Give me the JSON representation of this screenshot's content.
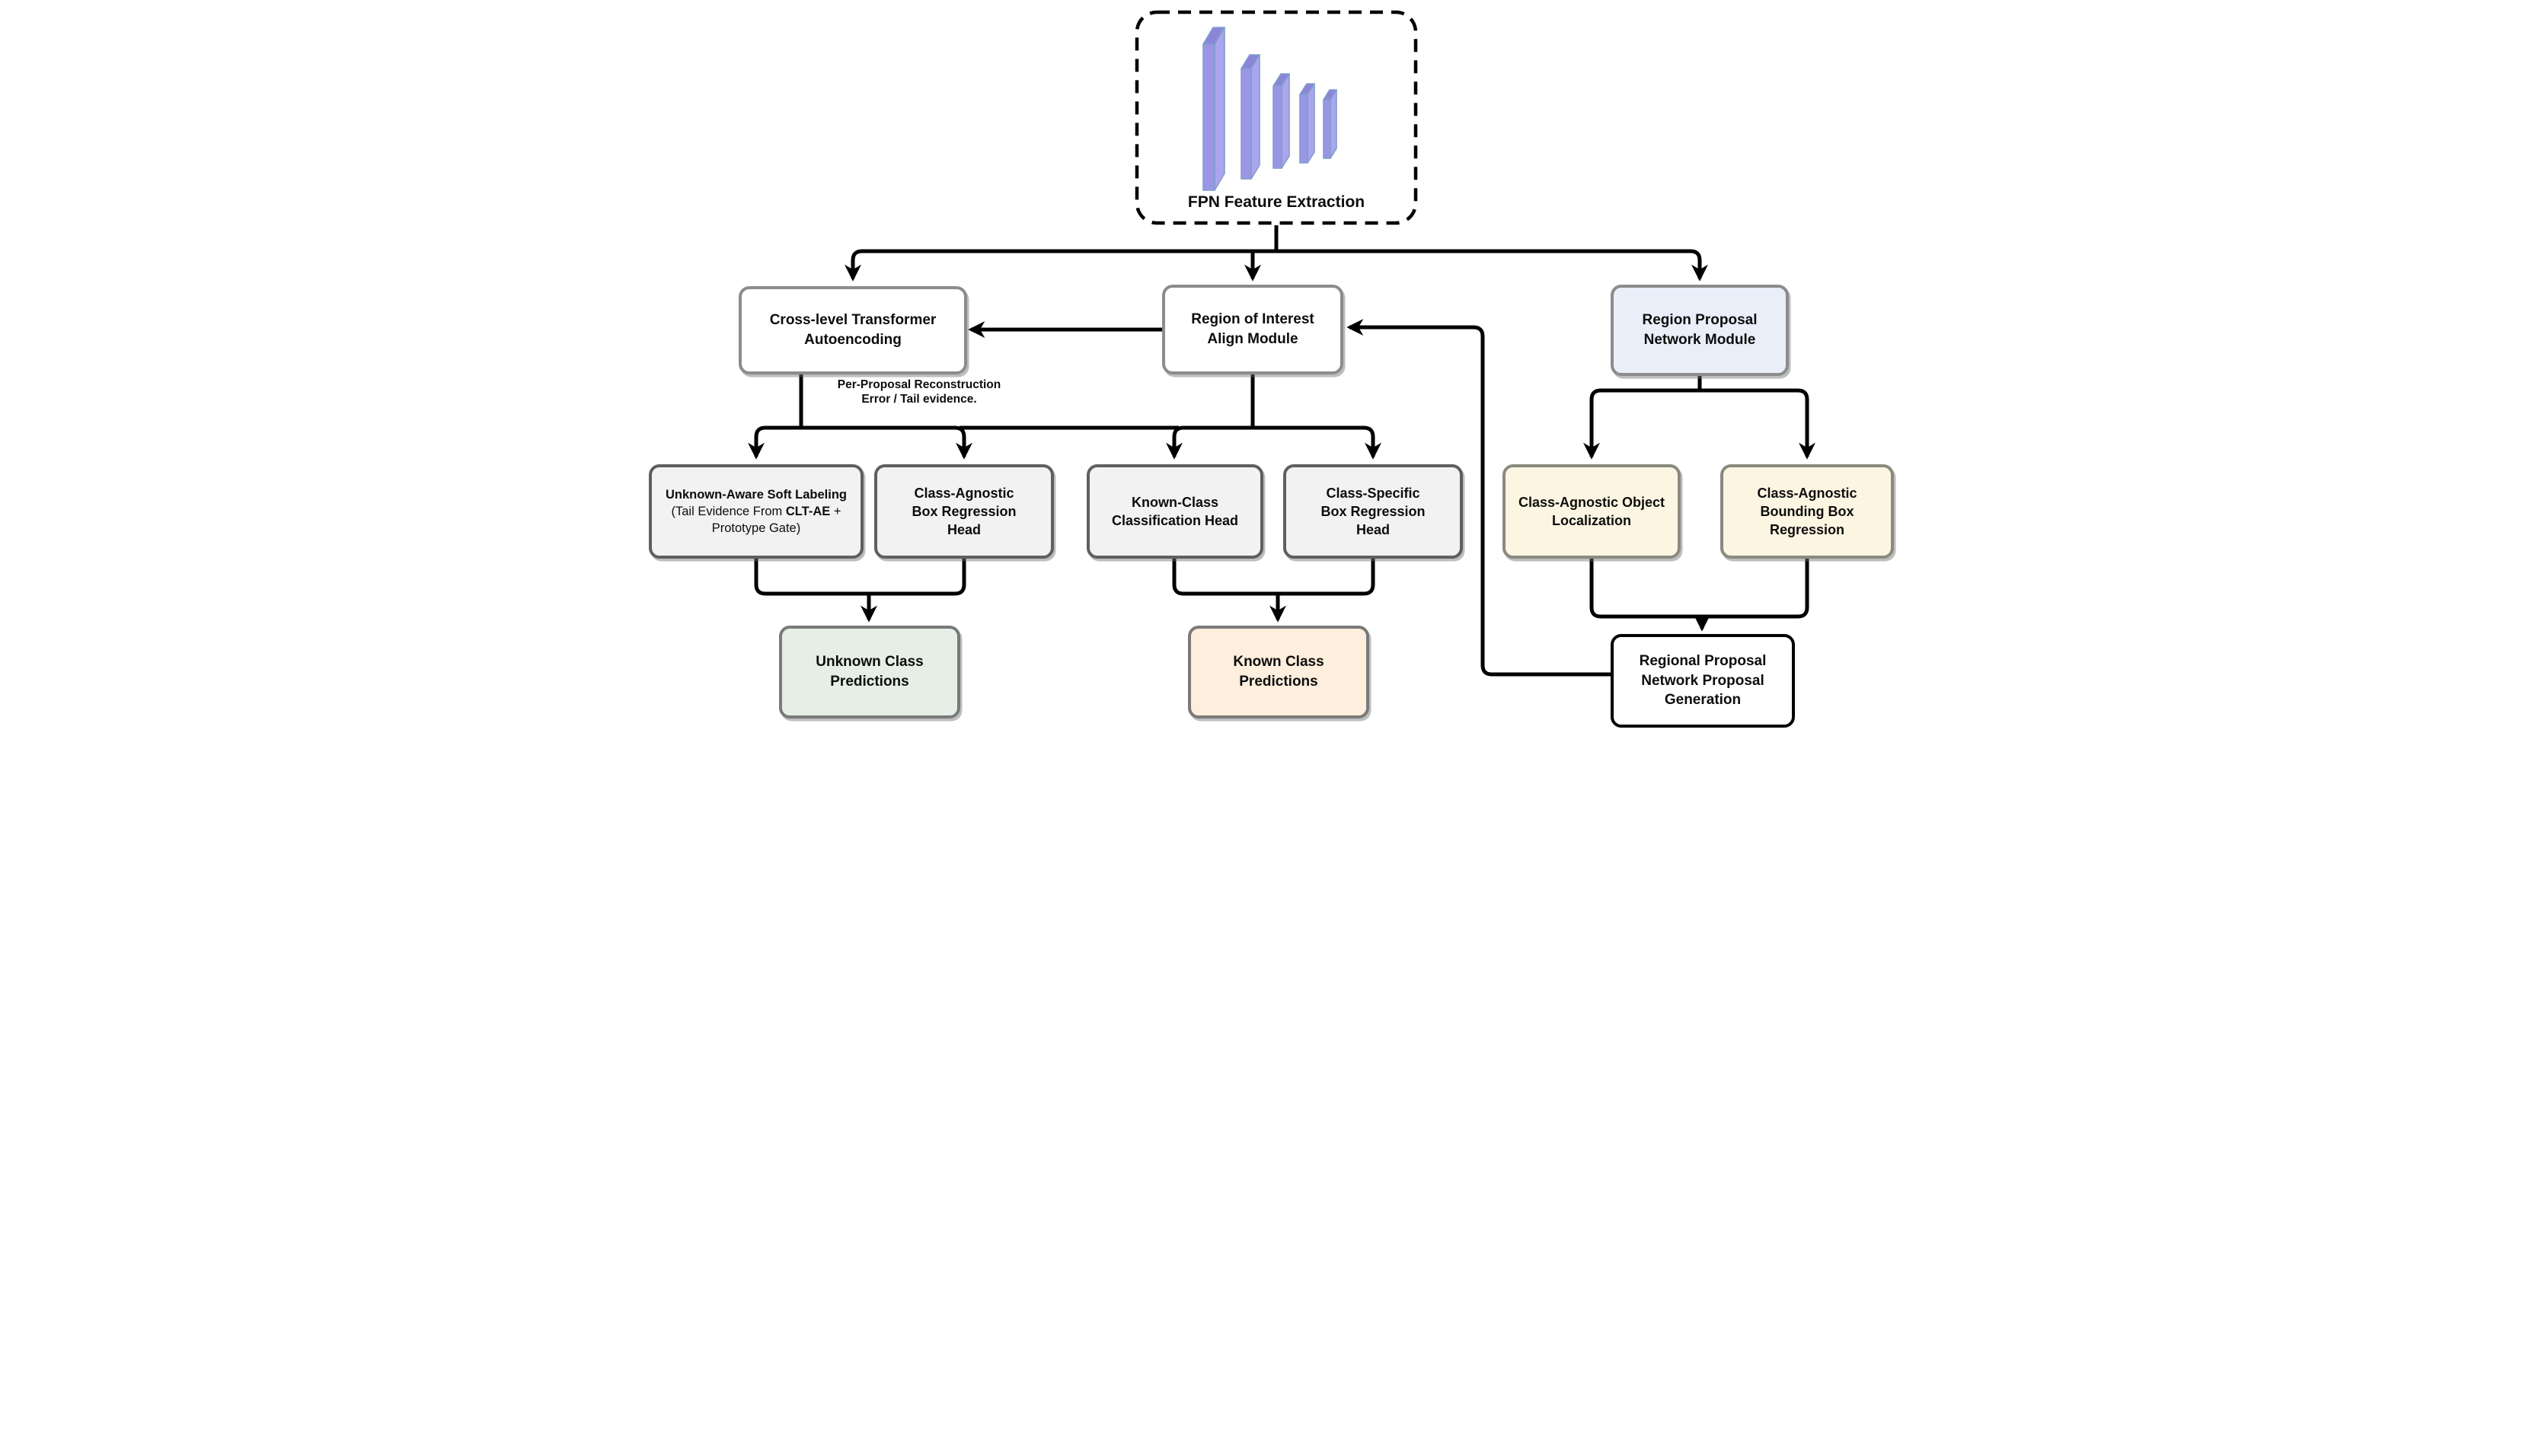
{
  "fpn": {
    "label": "FPN Feature Extraction",
    "icon": "feature-pyramid-bars-icon"
  },
  "modules": {
    "clt": {
      "label": "Cross-level Transformer Autoencoding"
    },
    "roi": {
      "label": "Region of Interest Align Module"
    },
    "rpn": {
      "label": "Region Proposal Network Module"
    }
  },
  "heads": {
    "uasl": {
      "bold1": "Unknown-Aware Soft Labeling",
      "normal1": " (Tail Evidence From ",
      "bold2": "CLT-AE",
      "normal2": " + Prototype Gate)"
    },
    "ca_box_head": {
      "label": "Class-Agnostic Box Regression Head"
    },
    "known_cls_head": {
      "label": "Known-Class Classification Head"
    },
    "cs_box_head": {
      "label": "Class-Specific Box Regression Head"
    },
    "ca_obj_loc": {
      "label": "Class-Agnostic Object Localization"
    },
    "ca_bbox_reg": {
      "label": "Class-Agnostic Bounding Box Regression"
    }
  },
  "outputs": {
    "unknown_preds": {
      "label": "Unknown Class Predictions"
    },
    "known_preds": {
      "label": "Known Class Predictions"
    },
    "rpn_gen": {
      "label": "Regional Proposal Network Proposal Generation"
    }
  },
  "edge_labels": {
    "recon": {
      "line1": "Per-Proposal Reconstruction",
      "line2": "Error / Tail evidence."
    }
  },
  "colors": {
    "rpn_module_fill": "#e9eef9",
    "head_fill": "#f2f2f2",
    "class_agnostic_fill": "#fcf5e2",
    "unknown_predictions_fill": "#e5efe6",
    "known_predictions_fill": "#fdeedd",
    "pyramid_bar_front": "#9b95e6",
    "pyramid_bar_top": "#8b85d9",
    "pyramid_bar_side": "#aba5ee",
    "pyramid_bar_stroke": "#7f9fc9",
    "connector": "#000000"
  }
}
